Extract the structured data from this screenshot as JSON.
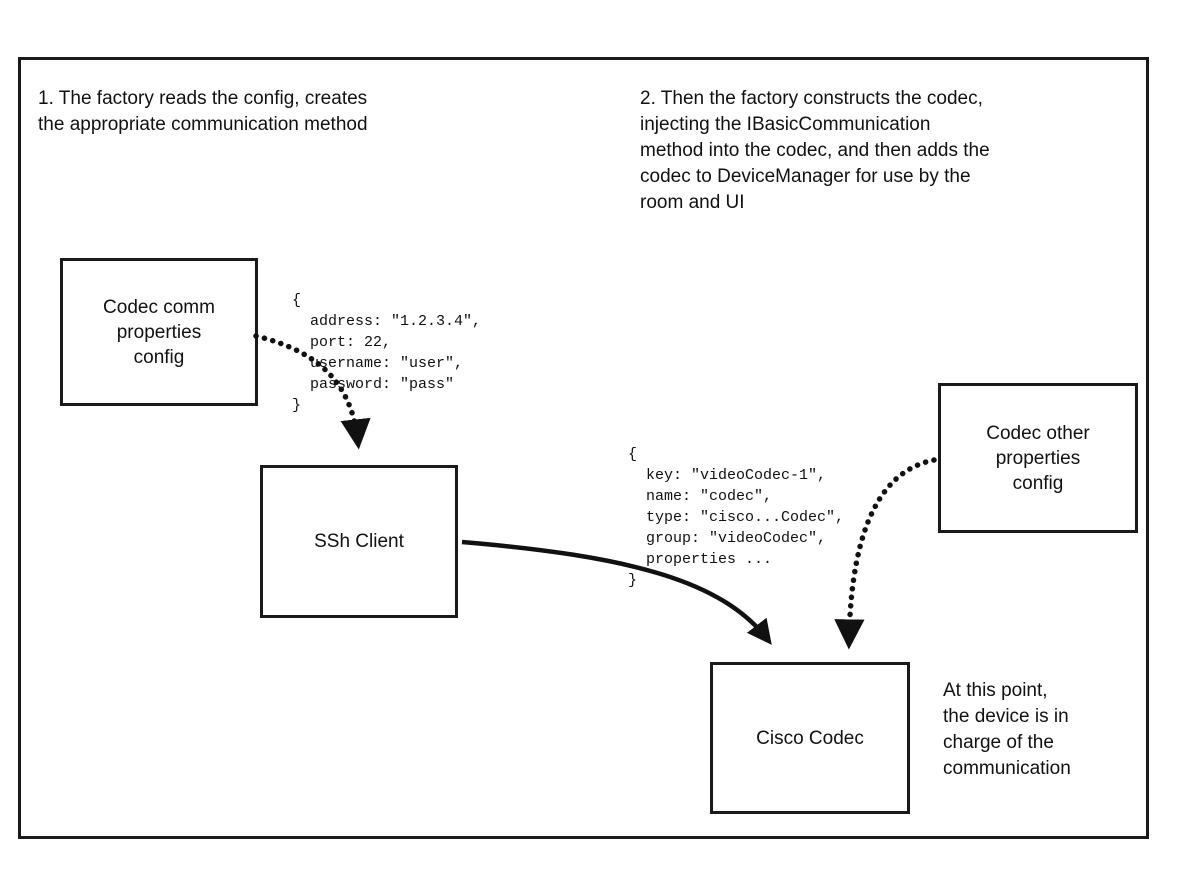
{
  "notes": {
    "step1": "1. The factory reads the config, creates\nthe appropriate communication method",
    "step2": "2. Then the factory constructs the codec,\ninjecting the IBasicCommunication\nmethod into the codec, and then adds the\ncodec to DeviceManager for use by the\nroom and UI",
    "result": "At this point,\nthe device is in\ncharge of the\ncommunication"
  },
  "boxes": {
    "codec_comm_config": "Codec comm\nproperties\nconfig",
    "ssh_client": "SSh Client",
    "codec_other_config": "Codec other\nproperties\nconfig",
    "cisco_codec": "Cisco Codec"
  },
  "code": {
    "comm_properties": "{\n  address: \"1.2.3.4\",\n  port: 22,\n  username: \"user\",\n  password: \"pass\"\n}",
    "codec_properties": "{\n  key: \"videoCodec-1\",\n  name: \"codec\",\n  type: \"cisco...Codec\",\n  group: \"videoCodec\",\n  properties ...\n}"
  },
  "colors": {
    "line": "#000000",
    "background": "#ffffff"
  }
}
